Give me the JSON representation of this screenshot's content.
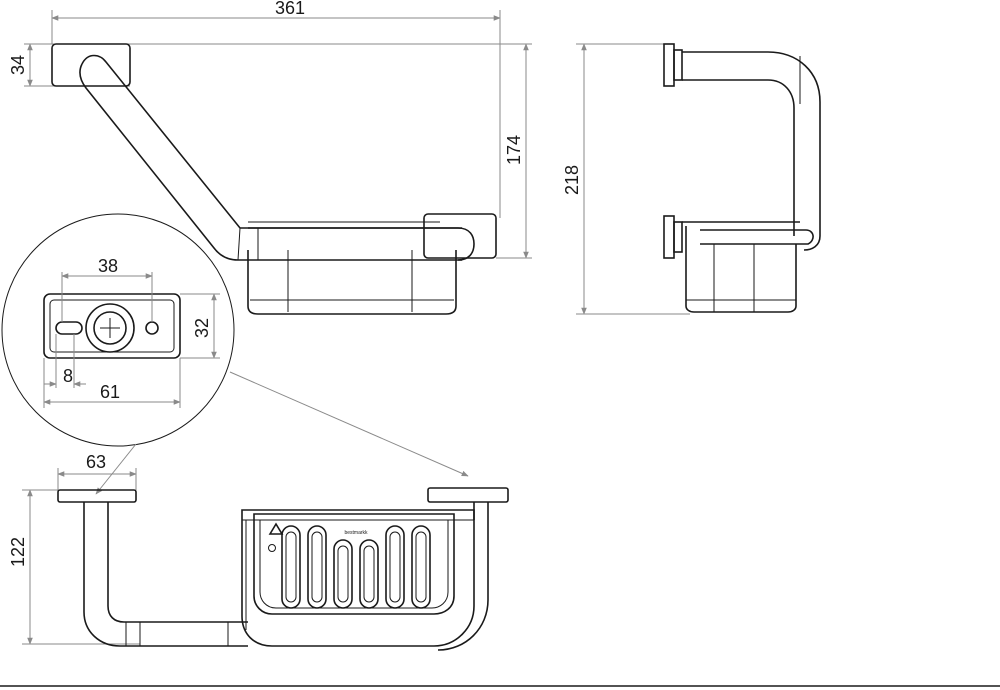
{
  "drawing": {
    "dimensions": {
      "total_width": "361",
      "plate_height": "34",
      "total_height_front": "174",
      "side_height": "218",
      "hole_spacing": "38",
      "plate_depth": "32",
      "slot_offset": "8",
      "plate_length": "61",
      "top_view_plate": "63",
      "top_view_depth": "122"
    },
    "basket_label": "bestmarkk"
  },
  "colors": {
    "line": "#1a1a1a",
    "dimension": "#8a8a8a",
    "background": "#ffffff"
  }
}
